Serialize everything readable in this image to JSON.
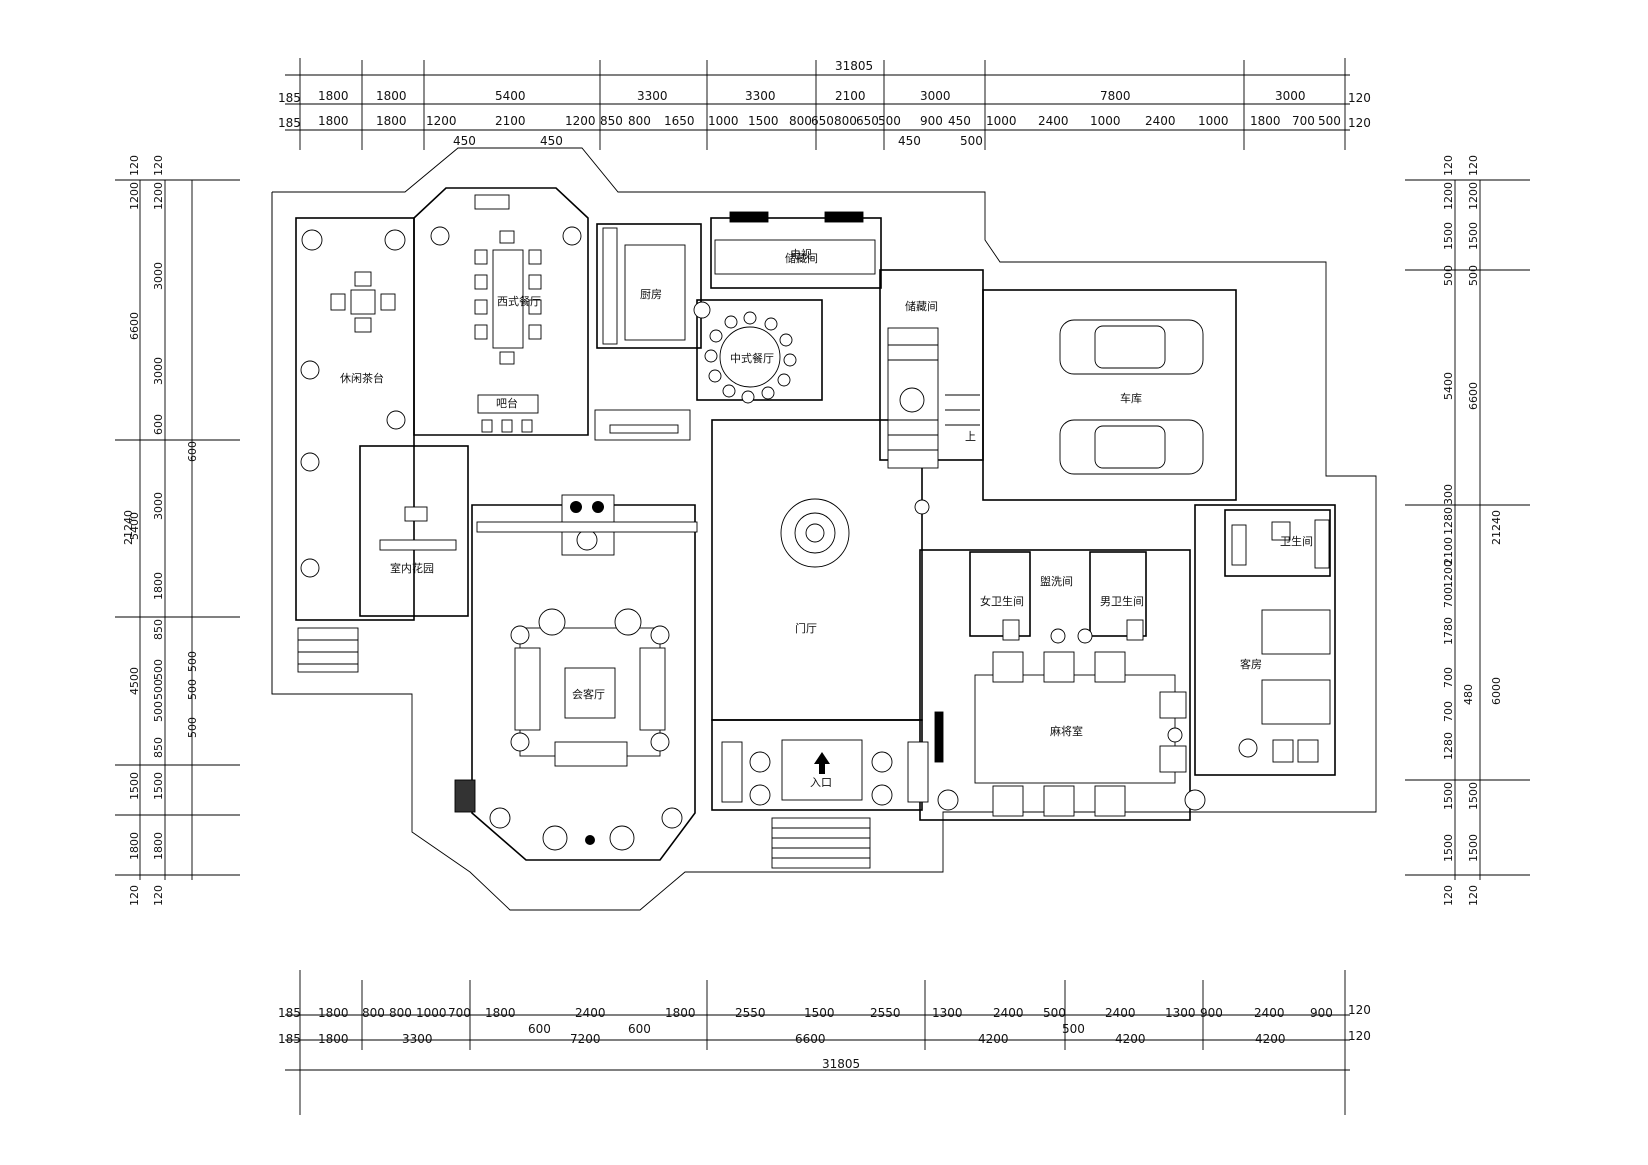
{
  "dims": {
    "top_total": "31805",
    "top_row1": [
      "1800",
      "1800",
      "5400",
      "3300",
      "3300",
      "2100",
      "3000",
      "7800",
      "3000"
    ],
    "top_row2": [
      "1800",
      "1800",
      "1200",
      "2100",
      "1200",
      "850",
      "800",
      "1650",
      "1000",
      "1500",
      "800",
      "650",
      "800",
      "650",
      "500",
      "900",
      "450",
      "1000",
      "2400",
      "1000",
      "2400",
      "1000",
      "1800",
      "700",
      "500"
    ],
    "top_sub": [
      "450",
      "450",
      "450",
      "500"
    ],
    "top_edge": [
      "185",
      "185",
      "120",
      "120"
    ],
    "bottom_total": "31805",
    "bottom_row1": [
      "1800",
      "800",
      "800",
      "1000",
      "700",
      "1800",
      "2400",
      "1800",
      "2550",
      "1500",
      "2550",
      "1300",
      "2400",
      "500",
      "2400",
      "1300",
      "900",
      "2400",
      "900"
    ],
    "bottom_row2": [
      "1800",
      "3300",
      "7200",
      "6600",
      "4200",
      "4200",
      "4200"
    ],
    "bottom_sub": [
      "600",
      "600",
      "500"
    ],
    "bottom_edge": [
      "185",
      "185",
      "120",
      "120"
    ],
    "left_total": "21240",
    "left_row1": [
      "1200",
      "6600",
      "5400",
      "4500",
      "1500",
      "1800"
    ],
    "left_row2": [
      "1200",
      "3000",
      "3000",
      "600",
      "3000",
      "1800",
      "850",
      "500",
      "500",
      "500",
      "850",
      "1500",
      "1800"
    ],
    "left_row3": [
      "600",
      "500",
      "500",
      "500"
    ],
    "left_edge": [
      "120",
      "120",
      "120",
      "120"
    ],
    "right_total": "21240",
    "right_row1": [
      "1200",
      "1500",
      "500",
      "5400",
      "300",
      "1280",
      "2100",
      "1200",
      "700",
      "1780",
      "700",
      "480",
      "700",
      "1280",
      "1500",
      "1500"
    ],
    "right_row2": [
      "1200",
      "1500",
      "500",
      "6600",
      "6000",
      "1500",
      "1500"
    ],
    "right_edge": [
      "120",
      "120",
      "120",
      "120"
    ]
  },
  "rooms": {
    "leisure": "休闲茶台",
    "western_dining": "西式餐厅",
    "kitchen": "厨房",
    "chinese_dining": "中式餐厅",
    "storage": "储藏间",
    "garage": "车库",
    "indoor_garden": "室内花园",
    "meeting": "会客厅",
    "foyer": "门厅",
    "washroom": "盥洗间",
    "female_wc": "女卫生间",
    "male_wc": "男卫生间",
    "mahjong": "麻将室",
    "guest_room": "客房",
    "guest_bath": "卫生间",
    "bar": "吧台",
    "tv_wall": "电视",
    "entry_mark": "入口",
    "stair_up": "上"
  }
}
